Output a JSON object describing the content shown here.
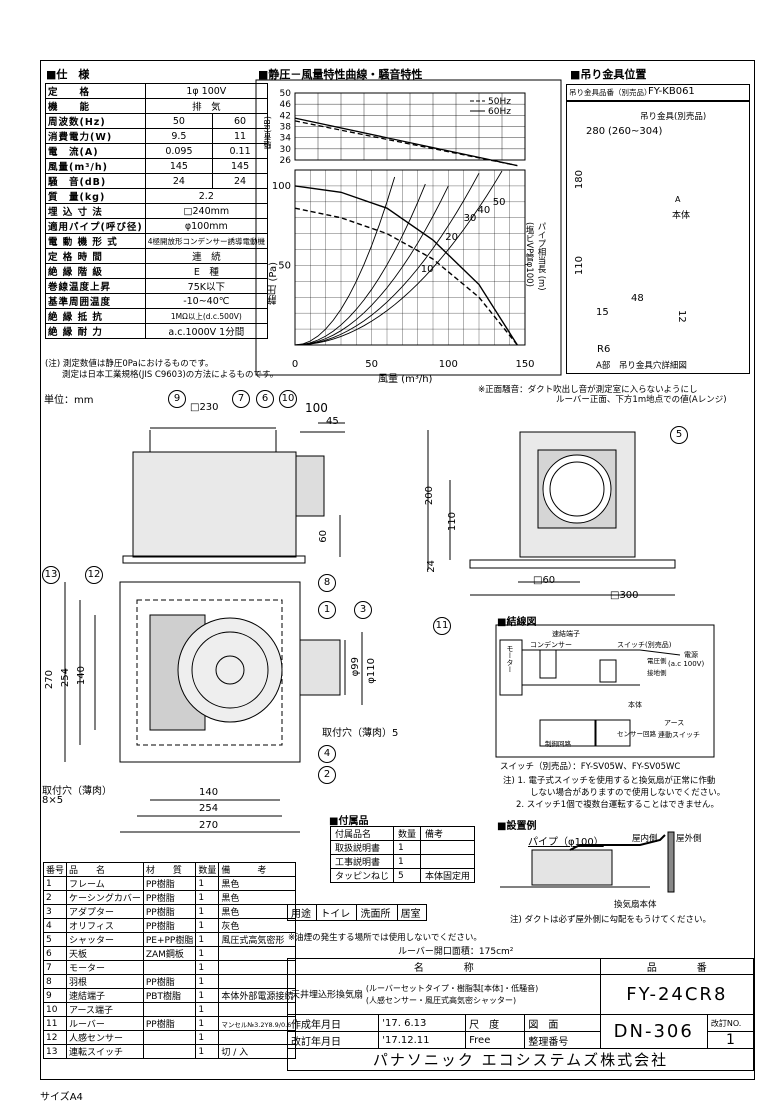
{
  "sections": {
    "spec_title": "■仕　様",
    "chart_title": "■静圧－風量特性曲線・騒音特性",
    "hanger_title": "■吊り金具位置",
    "wiring_title": "■結線図",
    "install_title": "■設置例",
    "accessory_title": "■付属品"
  },
  "spec_rows": [
    {
      "k": "定　　格",
      "v": "1φ 100V"
    },
    {
      "k": "機　　能",
      "v": "排　気"
    },
    {
      "k": "周波数(Hz)",
      "v1": "50",
      "v2": "60"
    },
    {
      "k": "消費電力(W)",
      "v1": "9.5",
      "v2": "11"
    },
    {
      "k": "電　流(A)",
      "v1": "0.095",
      "v2": "0.11"
    },
    {
      "k": "風量(m³/h)",
      "v1": "145",
      "v2": "145"
    },
    {
      "k": "騒　音(dB)",
      "v1": "24",
      "v2": "24"
    },
    {
      "k": "質　量(kg)",
      "v": "2.2"
    },
    {
      "k": "埋 込 寸 法",
      "v": "□240mm"
    },
    {
      "k": "適用パイプ(呼び径)",
      "v": "φ100mm"
    },
    {
      "k": "電 動 機 形 式",
      "v": "4極開放形コンデンサー誘導電動機"
    },
    {
      "k": "定 格 時 間",
      "v": "連　続"
    },
    {
      "k": "絶 縁 階 級",
      "v": "E　種"
    },
    {
      "k": "巻線温度上昇",
      "v": "75K以下"
    },
    {
      "k": "基準周囲温度",
      "v": "-10~40℃"
    },
    {
      "k": "絶 縁 抵 抗",
      "v": "1MΩ以上(d.c.500V)"
    },
    {
      "k": "絶 縁 耐 力",
      "v": "a.c.1000V 1分間"
    }
  ],
  "spec_note1": "(注) 測定数値は静圧0Paにおけるものです。",
  "spec_note2": "　　測定は日本工業規格(JIS C9603)の方法によるものです。",
  "unit_label": "単位：mm",
  "chart_note1": "※正面騒音：ダクト吹出し音が測定室に入らないようにし",
  "chart_note2": "ルーバー正面、下方1m地点での値(Aレンジ)",
  "chart_data": {
    "type": "line",
    "noise_panel": {
      "ylabel": "騒音(dB)",
      "y_ticks": [
        "50",
        "46",
        "42",
        "38",
        "34",
        "30",
        "26"
      ],
      "series": [
        {
          "name": "50Hz",
          "x": [
            0,
            145
          ],
          "y": [
            40,
            24
          ]
        },
        {
          "name": "60Hz",
          "x": [
            0,
            145
          ],
          "y": [
            41,
            24
          ]
        }
      ]
    },
    "pressure_panel": {
      "ylabel": "静圧 (Pa)",
      "xlabel": "風量 (m³/h)",
      "y_ticks": [
        "100",
        "50"
      ],
      "x_ticks": [
        "0",
        "50",
        "100",
        "150"
      ],
      "xlim": [
        0,
        150
      ],
      "ylim": [
        0,
        110
      ],
      "series": [
        {
          "name": "50Hz",
          "x": [
            0,
            30,
            60,
            90,
            120,
            145
          ],
          "y": [
            100,
            96,
            86,
            66,
            38,
            0
          ]
        },
        {
          "name": "60Hz",
          "x": [
            0,
            30,
            60,
            90,
            120,
            145
          ],
          "y": [
            86,
            80,
            70,
            54,
            30,
            0
          ]
        }
      ],
      "pipe_length_label": "パイプ相当長 (m)",
      "pipe_length_sub": "(塩ビVP管φ100)",
      "pipe_lengths": [
        "50",
        "40",
        "30",
        "20",
        "10"
      ]
    },
    "legend": [
      "50Hz",
      "60Hz"
    ]
  },
  "hanger": {
    "part_label": "吊り金具品番（別売品）",
    "part_no": "FY-KB061",
    "bracket_label": "吊り金具(別売品)",
    "dim_280": "280",
    "dim_range": "(260~304)",
    "dim_180": "180",
    "dim_110": "110",
    "dim_48": "48",
    "dim_15": "15",
    "dim_12": "12",
    "r6": "R6",
    "body": "本体",
    "a_mark": "A",
    "detail": "A部　吊り金具穴詳細図"
  },
  "dims": {
    "d230": "□230",
    "d100": "100",
    "d45": "45",
    "d60": "60",
    "d200": "200",
    "d110": "110",
    "d24": "24",
    "d60sq": "□60",
    "d300sq": "□300",
    "d270v": "270",
    "d254v": "254",
    "d140v": "140",
    "d99": "φ99",
    "d110phi": "φ110",
    "d140h": "140",
    "d254h": "254",
    "d270h": "270",
    "mount_hole1": "取付穴（薄肉）5",
    "mount_hole2": "取付穴（薄肉）",
    "mount_hole2b": "8×5"
  },
  "balloons": [
    "9",
    "7",
    "6",
    "10",
    "5",
    "13",
    "12",
    "8",
    "1",
    "3",
    "4",
    "2",
    "11"
  ],
  "wiring": {
    "terminal": "速結端子",
    "capacitor": "コンデンサー",
    "switch": "スイッチ(別売品)",
    "power": "電源",
    "ac": "(a.c 100V)",
    "hot": "電圧側",
    "ground_side": "接地側",
    "motor": "モーター",
    "body": "本体",
    "earth": "アース",
    "interlock": "連動スイッチ",
    "control": "制御回路",
    "sensor": "センサー回路",
    "switch_model": "スイッチ（別売品）：FY-SV05W、FY-SV05WC",
    "note1": "注) 1. 電子式スイッチを使用すると換気扇が正常に作動",
    "note1b": "しない場合がありますので使用しないでください。",
    "note2": "2. スイッチ1個で複数台運転することはできません。"
  },
  "install": {
    "pipe": "パイプ（φ100）",
    "indoor": "屋内側",
    "outdoor": "屋外側",
    "fan": "換気扇本体",
    "note": "注) ダクトは必ず屋外側に勾配をもうけてください。"
  },
  "accessories": {
    "headers": [
      "付属品名",
      "数量",
      "備考"
    ],
    "rows": [
      [
        "取扱説明書",
        "1",
        ""
      ],
      [
        "工事説明書",
        "1",
        ""
      ],
      [
        "タッピンねじ",
        "5",
        "本体固定用"
      ]
    ]
  },
  "parts": {
    "headers": [
      "番号",
      "品　　名",
      "材　　質",
      "数量",
      "備　　　考"
    ],
    "rows": [
      [
        "1",
        "フレーム",
        "PP樹脂",
        "1",
        "黒色"
      ],
      [
        "2",
        "ケーシングカバー",
        "PP樹脂",
        "1",
        "黒色"
      ],
      [
        "3",
        "アダプター",
        "PP樹脂",
        "1",
        "黒色"
      ],
      [
        "4",
        "オリフィス",
        "PP樹脂",
        "1",
        "灰色"
      ],
      [
        "5",
        "シャッター",
        "PE+PP樹脂",
        "1",
        "風圧式高気密形"
      ],
      [
        "6",
        "天板",
        "ZAM鋼板",
        "1",
        ""
      ],
      [
        "7",
        "モーター",
        "",
        "1",
        ""
      ],
      [
        "8",
        "羽根",
        "PP樹脂",
        "1",
        ""
      ],
      [
        "9",
        "速結端子",
        "PBT樹脂",
        "1",
        "本体外部電源接続"
      ],
      [
        "10",
        "アース端子",
        "",
        "1",
        ""
      ],
      [
        "11",
        "ルーバー",
        "PP樹脂",
        "1",
        "マンセル№3.2Y8.9/0.6"
      ],
      [
        "12",
        "人感センサー",
        "",
        "1",
        ""
      ],
      [
        "13",
        "連転スイッチ",
        "",
        "1",
        "切 / 入"
      ]
    ]
  },
  "usage": {
    "label": "用途",
    "items": [
      "トイレ",
      "洗面所",
      "居室"
    ],
    "note": "※油煙の発生する場所では使用しないでください。",
    "louver_area": "ルーバー開口面積：175cm²"
  },
  "title_block": {
    "name_header": "名　　　　称",
    "number_header": "品　　　　番",
    "product_name": "天井埋込形換気扇",
    "product_desc1": "(ルーバーセットタイプ・樹脂製[本体]・低騒音)",
    "product_desc2": "(人感センサー・風圧式高気密シャッター)",
    "model": "FY-24CR8",
    "created_label": "作成年月日",
    "created": "'17. 6.13",
    "scale_label": "尺　度",
    "drawing_label": "図　面",
    "revised_label": "改訂年月日",
    "revised": "'17.12.11",
    "scale": "Free",
    "ref_label": "整理番号",
    "drawing_no": "DN-306",
    "rev_label": "改訂NO.",
    "rev_no": "1",
    "company": "パナソニック エコシステムズ株式会社"
  },
  "paper_size": "サイズA4"
}
